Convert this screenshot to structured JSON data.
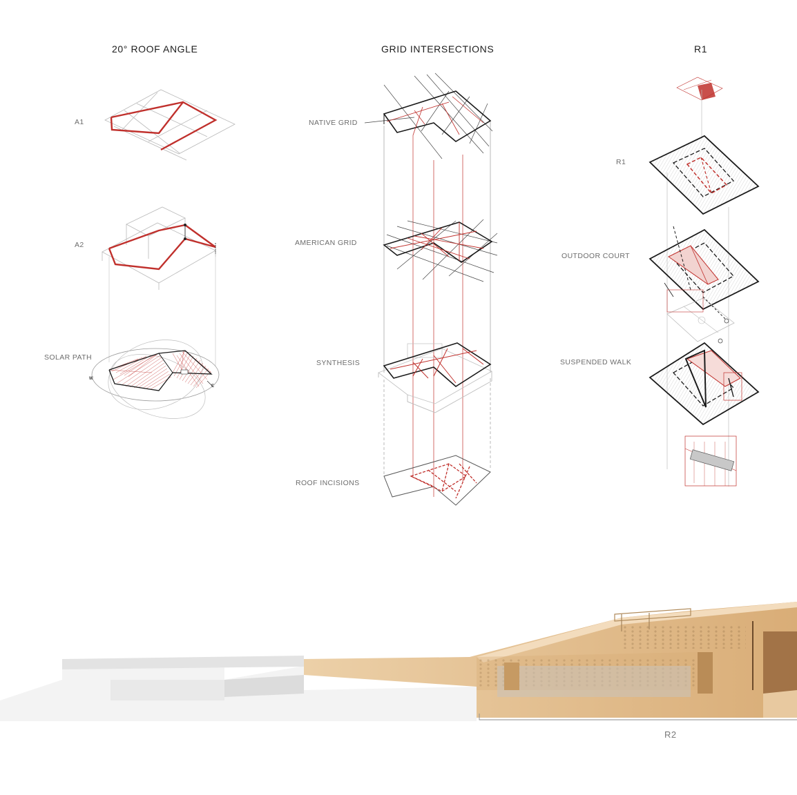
{
  "columns": {
    "roof_angle": {
      "title": "20° ROOF ANGLE",
      "labels": {
        "a1": "A1",
        "a2": "A2",
        "solar": "SOLAR PATH"
      },
      "compass": {
        "west": "W",
        "east": "E"
      }
    },
    "grid": {
      "title": "GRID INTERSECTIONS",
      "labels": {
        "native": "NATIVE GRID",
        "american": "AMERICAN GRID",
        "synthesis": "SYNTHESIS",
        "incisions": "ROOF INCISIONS"
      }
    },
    "r1": {
      "title": "R1",
      "labels": {
        "r1": "R1",
        "court": "OUTDOOR COURT",
        "walk": "SUSPENDED WALK"
      }
    }
  },
  "model": {
    "r2_label": "R2"
  },
  "colors": {
    "accent": "#c0302c",
    "ink": "#1a1a1a",
    "grey": "#9a9a9a",
    "wood": "#e2bd8f"
  }
}
